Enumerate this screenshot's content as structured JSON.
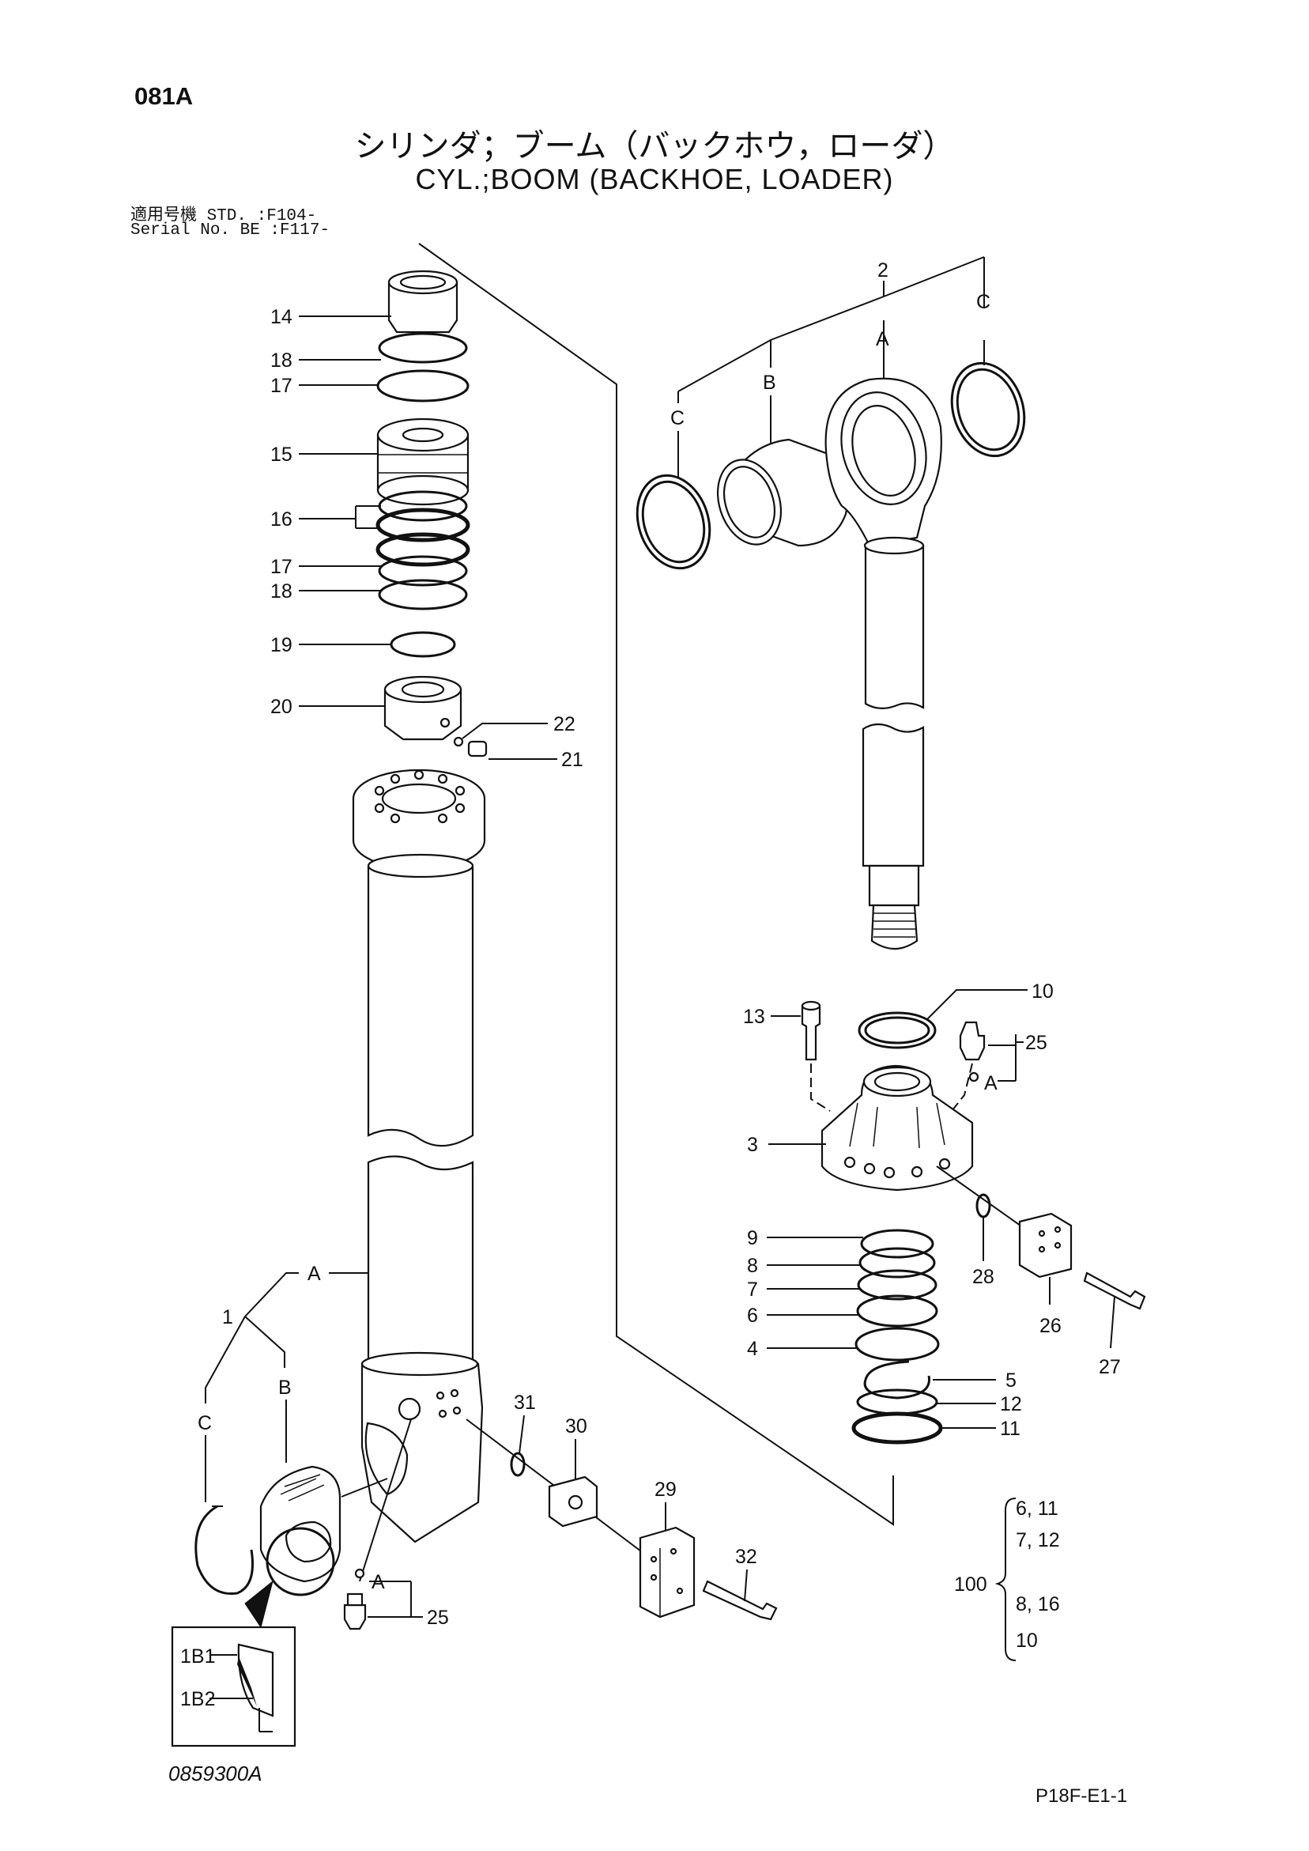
{
  "header": {
    "page_code": "081A",
    "title_ja": "シリンダ；ブーム（バックホウ，ローダ）",
    "title_en": "CYL.;BOOM (BACKHOE, LOADER)",
    "serial_lines": [
      "適用号機  STD.   :F104-",
      "Serial No. BE    :F117-"
    ]
  },
  "callouts": {
    "n1": "1",
    "n2": "2",
    "n3": "3",
    "n4": "4",
    "n5": "5",
    "n6": "6",
    "n7": "7",
    "n8": "8",
    "n9": "9",
    "n10": "10",
    "n11": "11",
    "n12": "12",
    "n13": "13",
    "n14": "14",
    "n15": "15",
    "n16": "16",
    "n17": "17",
    "n18": "18",
    "n19": "19",
    "n20": "20",
    "n21": "21",
    "n22": "22",
    "n25": "25",
    "n26": "26",
    "n27": "27",
    "n28": "28",
    "n29": "29",
    "n30": "30",
    "n31": "31",
    "n32": "32",
    "A": "A",
    "B": "B",
    "C": "C",
    "1B1": "1B1",
    "1B2": "1B2"
  },
  "kit": {
    "number": "100",
    "items": [
      "6, 11",
      "7, 12",
      "8, 16",
      "10"
    ]
  },
  "footer": {
    "drawing_no": "0859300A",
    "page_ref": "P18F-E1-1"
  }
}
